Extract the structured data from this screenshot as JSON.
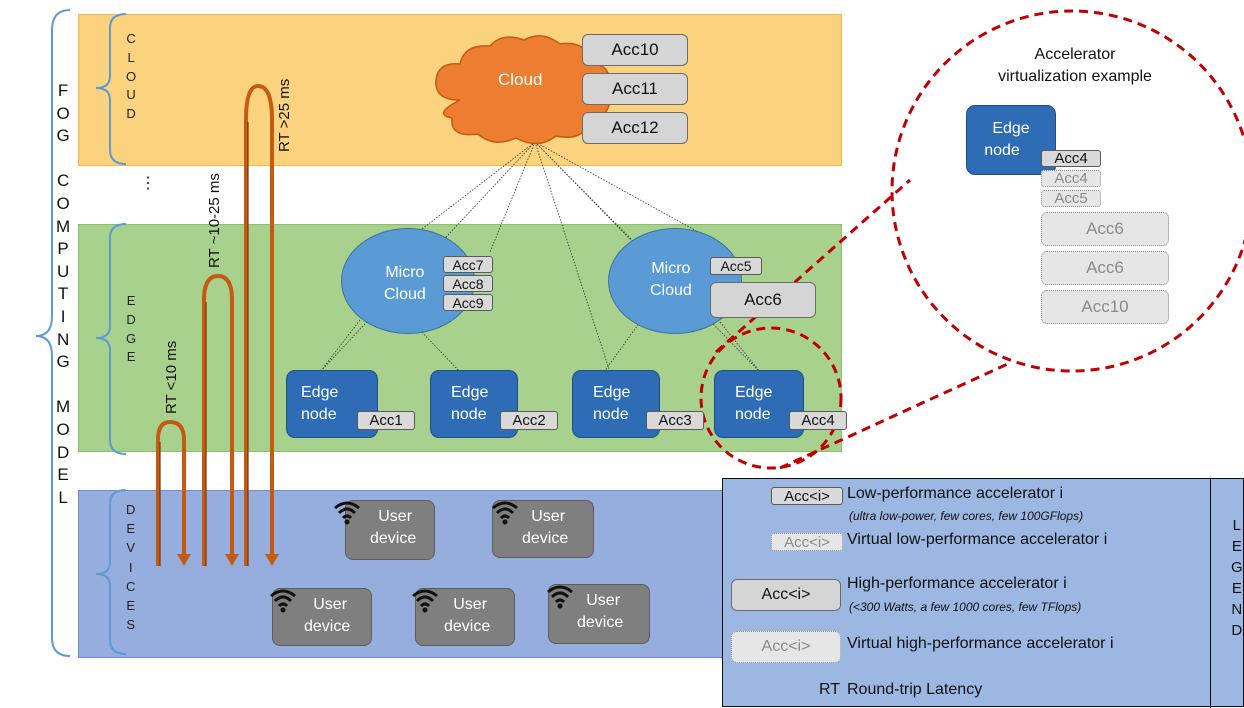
{
  "fog_label": [
    "F",
    "O",
    "G",
    "",
    "C",
    "O",
    "M",
    "P",
    "U",
    "T",
    "I",
    "N",
    "G",
    "",
    "M",
    "O",
    "D",
    "E",
    "L"
  ],
  "layers": {
    "cloud": [
      "C",
      "L",
      "O",
      "U",
      "D"
    ],
    "edge": [
      "E",
      "D",
      "G",
      "E"
    ],
    "devices": [
      "D",
      "E",
      "V",
      "I",
      "C",
      "E",
      "S"
    ]
  },
  "ellipsis": "⋮",
  "cloud": {
    "label": "Cloud",
    "accelerators": [
      "Acc10",
      "Acc11",
      "Acc12"
    ]
  },
  "micro_clouds": [
    {
      "line1": "Micro",
      "line2": "Cloud",
      "accelerators": [
        "Acc7",
        "Acc8",
        "Acc9"
      ]
    },
    {
      "line1": "Micro",
      "line2": "Cloud",
      "small_acc": "Acc5",
      "big_acc": "Acc6"
    }
  ],
  "edge_nodes": [
    {
      "line1": "Edge",
      "line2": "node",
      "acc": "Acc1"
    },
    {
      "line1": "Edge",
      "line2": "node",
      "acc": "Acc2"
    },
    {
      "line1": "Edge",
      "line2": "node",
      "acc": "Acc3"
    },
    {
      "line1": "Edge",
      "line2": "node",
      "acc": "Acc4"
    }
  ],
  "user_devices": [
    {
      "line1": "User",
      "line2": "device"
    },
    {
      "line1": "User",
      "line2": "device"
    },
    {
      "line1": "User",
      "line2": "device"
    },
    {
      "line1": "User",
      "line2": "device"
    },
    {
      "line1": "User",
      "line2": "device"
    }
  ],
  "rt_labels": [
    "RT <10 ms",
    "RT ~10-25 ms",
    "RT >25 ms"
  ],
  "zoom": {
    "title_line1": "Accelerator",
    "title_line2": "virtualization example",
    "node_line1": "Edge",
    "node_line2": "node",
    "acc_real": "Acc4",
    "acc_virt_small": [
      "Acc4",
      "Acc5"
    ],
    "acc_virt_big": [
      "Acc6",
      "Acc6",
      "Acc10"
    ]
  },
  "legend": {
    "title": [
      "L",
      "E",
      "G",
      "E",
      "N",
      "D"
    ],
    "items": [
      {
        "sample": "Acc<i>",
        "text": "Low-performance accelerator i",
        "sub": "(ultra low-power, few cores, few 100GFlops)"
      },
      {
        "sample": "Acc<i>",
        "text": "Virtual low-performance accelerator i",
        "sub": ""
      },
      {
        "sample": "Acc<i>",
        "text": "High-performance accelerator i",
        "sub": "(<300 Watts, a few 1000 cores, few TFlops)"
      },
      {
        "sample": "Acc<i>",
        "text": "Virtual high-performance accelerator i",
        "sub": ""
      },
      {
        "sample": "RT",
        "text": "Round-trip Latency",
        "sub": ""
      }
    ]
  },
  "colors": {
    "cloud_band": "#fbd27d",
    "edge_band": "#a9d18e",
    "devices_band": "#95aedd",
    "cloud_shape": "#ed7d31",
    "micro_cloud": "#5b9bd5",
    "edge_node": "#2e6cb5",
    "rt_arrow": "#c55a11",
    "zoom_circle": "#c00000",
    "bracket": "#5b9bd5"
  }
}
